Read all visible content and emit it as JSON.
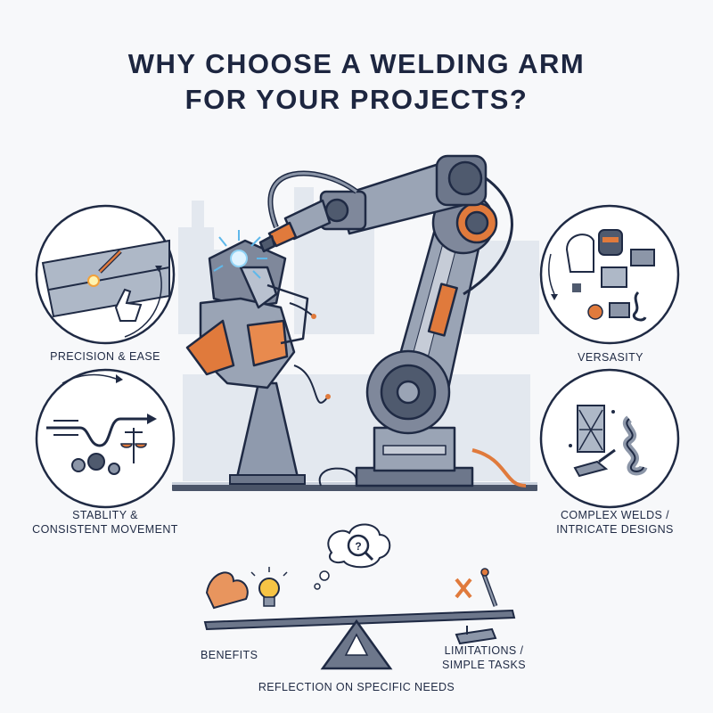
{
  "title": {
    "line1": "WHY CHOOSE A WELDING ARM",
    "line2": "FOR YOUR PROJECTS?"
  },
  "features": {
    "precision": "PRECISION & EASE",
    "stability_line1": "STABLITY &",
    "stability_line2": "CONSISTENT MOVEMENT",
    "versatility": "VERSASITY",
    "complex_line1": "COMPLEX WELDS /",
    "complex_line2": "INTRICATE DESIGNS"
  },
  "balance": {
    "benefits": "BENEFITS",
    "limitations_line1": "LIMITATIONS /",
    "limitations_line2": "SIMPLE TASKS",
    "footer": "REFLECTION ON SPECIFIC NEEDS",
    "question_mark": "?"
  },
  "colors": {
    "navy": "#1f2a44",
    "orange": "#e07a3c",
    "steel": "#8c96a8",
    "background": "#f7f8fa"
  }
}
